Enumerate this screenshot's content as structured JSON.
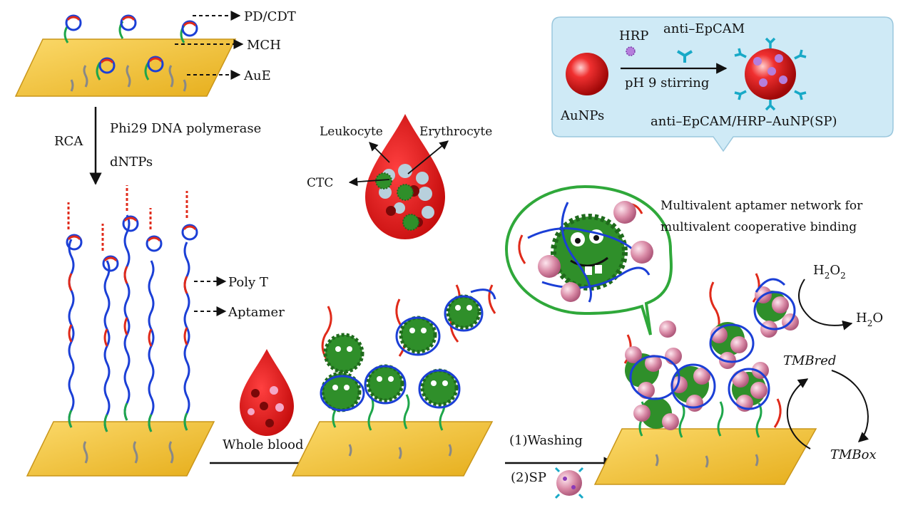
{
  "labels": {
    "pd_cdt": "PD/CDT",
    "mch": "MCH",
    "aue": "AuE",
    "rca": "RCA",
    "phi29": "Phi29 DNA polymerase",
    "dntps": "dNTPs",
    "poly_t": "Poly T",
    "aptamer": "Aptamer",
    "leukocyte": "Leukocyte",
    "erythrocyte": "Erythrocyte",
    "ctc": "CTC",
    "whole_blood": "Whole blood",
    "washing": "(1)Washing",
    "sp": "(2)SP",
    "multivalent_1": "Multivalent aptamer network for",
    "multivalent_2": "multivalent cooperative binding",
    "h2o2_base": "H",
    "h2o2_sub1": "2",
    "h2o2_mid": "O",
    "h2o2_sub2": "2",
    "h2o_base": "H",
    "h2o_sub": "2",
    "h2o_end": "O",
    "tmb_red": "TMBred",
    "tmb_ox": "TMBox"
  },
  "inset": {
    "hrp": "HRP",
    "anti_epcam": "anti–EpCAM",
    "condition": "pH 9 stirring",
    "aunps": "AuNPs",
    "product": "anti–EpCAM/HRP–AuNP(SP)"
  },
  "colors": {
    "gold": "#f2c43c",
    "aptamer_blue": "#1b3fd6",
    "polyt_red": "#e02a1a",
    "anchor_green": "#1ea64a",
    "cell_green": "#2f8f2a",
    "aunp_pink": "#d88aa8",
    "inset_bg": "#cfeaf6",
    "blood_red": "#e01010"
  }
}
